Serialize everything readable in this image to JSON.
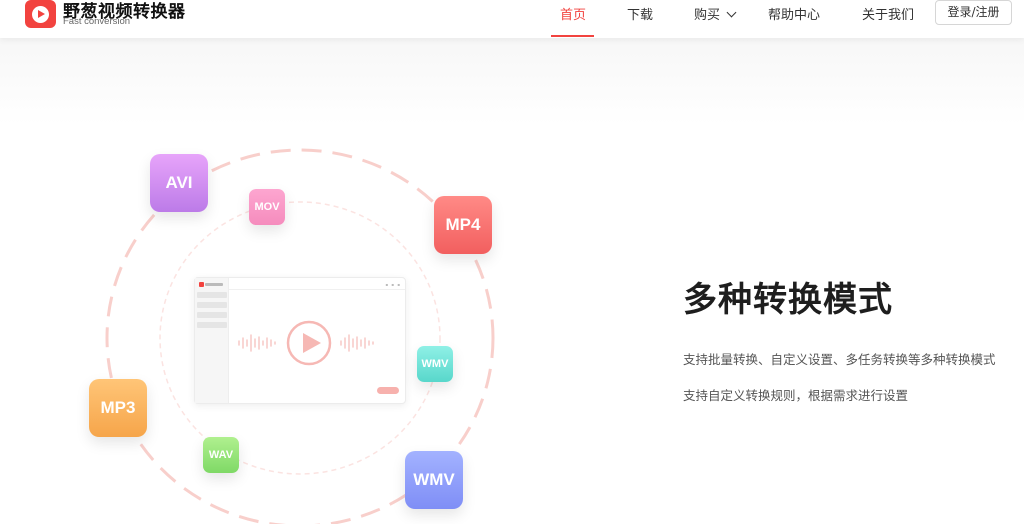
{
  "brand": {
    "name": "野葱视频转换器",
    "subtitle": "Fast conversion"
  },
  "nav": {
    "items": [
      {
        "label": "首页",
        "active": true
      },
      {
        "label": "下载",
        "active": false
      },
      {
        "label": "购买",
        "active": false,
        "has_dropdown": true
      },
      {
        "label": "帮助中心",
        "active": false
      },
      {
        "label": "关于我们",
        "active": false
      }
    ],
    "login_label": "登录/注册"
  },
  "hero": {
    "formats": {
      "avi": "AVI",
      "mov": "MOV",
      "mp4": "MP4",
      "wmv_small": "WMV",
      "mp3": "MP3",
      "wav": "WAV",
      "wmv_large": "WMV"
    },
    "feature": {
      "title": "多种转换模式",
      "lines": [
        "支持批量转换、自定义设置、多任务转换等多种转换模式",
        "支持自定义转换规则，根据需求进行设置"
      ]
    }
  },
  "colors": {
    "accent": "#f2433f",
    "orbit": "#f8d2cf",
    "avi": "#c98af0",
    "mov": "#f79ac7",
    "mp4": "#f46b6a",
    "wmv_small": "#6ee0d5",
    "mp3": "#f8b05c",
    "wav": "#90e073",
    "wmv_large": "#8e9cfa"
  }
}
